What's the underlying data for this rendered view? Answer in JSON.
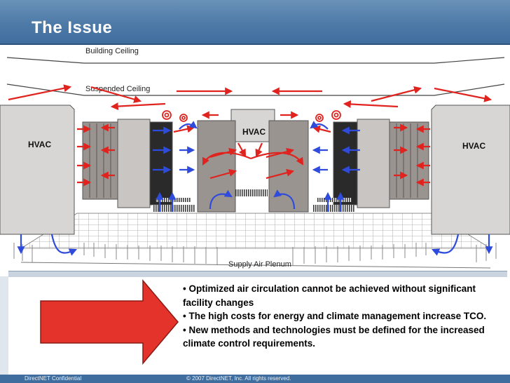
{
  "slide": {
    "title": "The Issue"
  },
  "diagram": {
    "labels": {
      "building_ceiling": "Building Ceiling",
      "suspended_ceiling": "Suspended Ceiling",
      "hvac_left": "HVAC",
      "hvac_center": "HVAC",
      "hvac_right": "HVAC",
      "supply_air_plenum": "Supply Air Plenum"
    },
    "colors": {
      "hot_air": "#e0231e",
      "cold_air": "#2f4bdc",
      "rack": "#9a9491",
      "hvac_unit": "#d7d6d5"
    }
  },
  "bullets": [
    "Optimized air circulation cannot be achieved without significant facility changes",
    "The high costs for energy and climate management increase TCO.",
    "New methods and technologies must be defined for the increased climate control requirements."
  ],
  "footer": {
    "confidential": "DirectNET Confidential",
    "copyright": "© 2007 DirectNET, Inc.  All rights reserved."
  }
}
